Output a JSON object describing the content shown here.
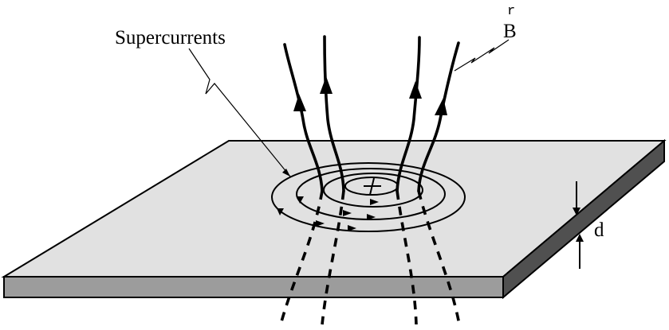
{
  "labels": {
    "supercurrents": "Supercurrents",
    "vector_mark": "r",
    "field": "B",
    "thickness": "d"
  },
  "colors": {
    "slab_top": "#e1e1e1",
    "slab_front": "#9c9c9c",
    "slab_side": "#505050",
    "ink": "#000000"
  }
}
